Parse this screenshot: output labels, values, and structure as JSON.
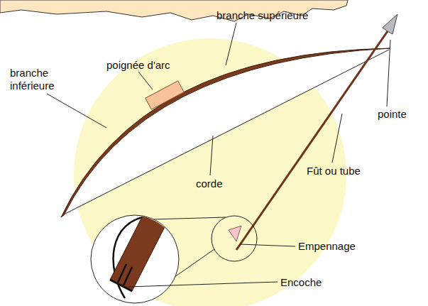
{
  "diagram": {
    "labels": [
      "branche supérieure",
      "poignée d'arc",
      "branche inférieure",
      "corde",
      "pointe",
      "Fût ou tube",
      "Empennage",
      "Encoche"
    ]
  }
}
